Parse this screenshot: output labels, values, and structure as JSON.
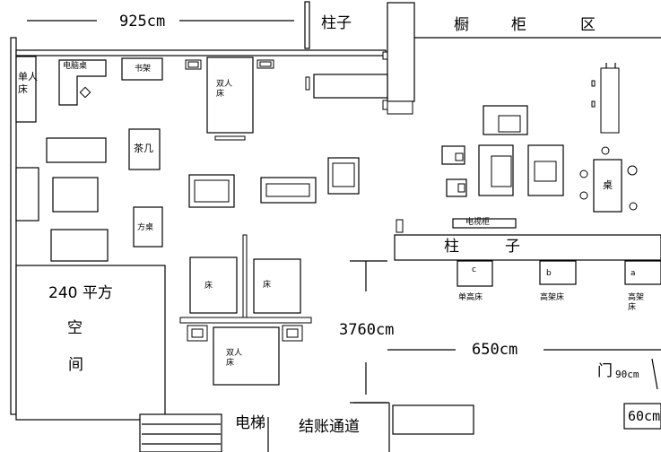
{
  "dimensions": {
    "width_top": "925cm",
    "height_right": "3760cm",
    "width_bottom": "650cm",
    "door_width": "90cm",
    "door_right": "60cm"
  },
  "labels": {
    "pillar_top": "柱子",
    "cabinet_zone_chars": [
      "橱",
      "柜",
      "区"
    ],
    "pillar_mid": "柱",
    "pillar_mid_2": "子",
    "single_bed": [
      "单人",
      "床"
    ],
    "computer_desk": "电脑桌",
    "bookshelf": "书架",
    "double_bed_top": [
      "双人",
      "床"
    ],
    "tea_table": "茶几",
    "square_table": "方桌",
    "table_right": "桌",
    "tv_bench": "电视柜",
    "bed_left": "床",
    "bed_right": "床",
    "double_bed_bottom": [
      "双人",
      "床"
    ],
    "space_area": "240 平方",
    "space_chars": [
      "空",
      "间"
    ],
    "elevator": "电梯",
    "checkout": "结账通道",
    "door": "门",
    "single_high_bed": "单高床",
    "loft_bed": "高架床",
    "loft_bed_2": [
      "高架",
      "床"
    ],
    "marker_c": "c",
    "marker_b": "b",
    "marker_a": "a"
  }
}
